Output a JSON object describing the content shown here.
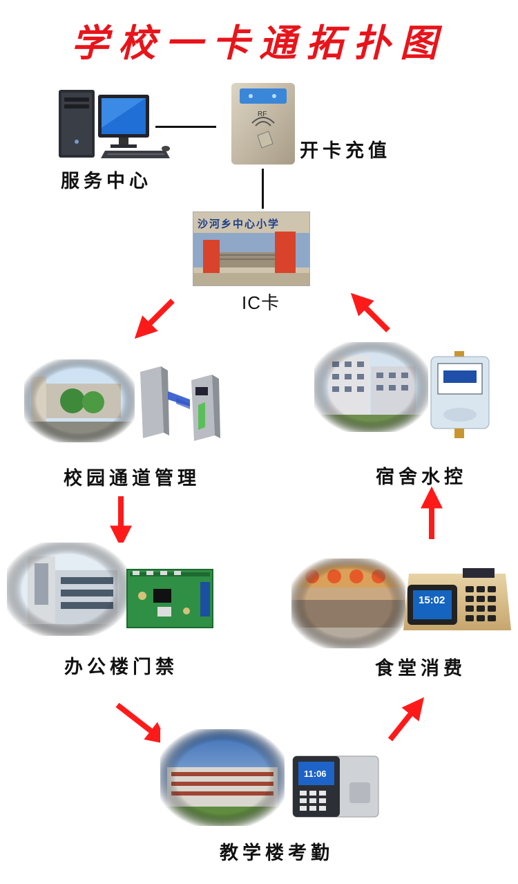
{
  "title": "学校一卡通拓扑图",
  "nodes": {
    "service_center": "服务中心",
    "card_issue": "开卡充值",
    "ic_card": "IC卡",
    "ic_card_school": "沙河乡中心小学",
    "campus_gate": "校园通道管理",
    "dorm_water": "宿舍水控",
    "office_access": "办公楼门禁",
    "canteen": "食堂消费",
    "teaching_attendance": "教学楼考勤"
  },
  "devices": {
    "reader_rf": "RF",
    "pos_time": "15:02",
    "attendance_time": "11:06"
  },
  "colors": {
    "title": "#e8141b",
    "arrow": "#ff1a1a",
    "connector": "#111111"
  }
}
